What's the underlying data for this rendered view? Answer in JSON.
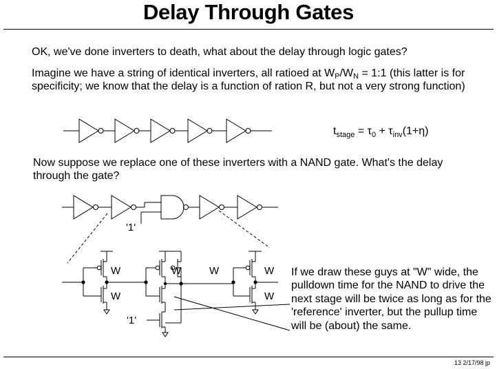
{
  "title": "Delay Through Gates",
  "para1": "OK, we've done inverters to death, what about the delay through logic gates?",
  "para2": {
    "pre": "Imagine we have a string of identical inverters, all ratioed at W",
    "sub_p": "P",
    "slash": "/W",
    "sub_n": "N",
    "post": " = 1:1 (this latter is for specificity; we know that the delay is a function of ration R, but not a very strong function)"
  },
  "equation": {
    "t": "t",
    "sub_stage": "stage",
    "mid": " = τ",
    "sub_0": "0",
    "plus": " + τ",
    "sub_inv": "inv",
    "tail": "(1+η)"
  },
  "para3": "Now suppose we replace one of these inverters with a NAND gate.  What's the delay through the gate?",
  "labels": {
    "one_top": "'1'",
    "one_bottom": "'1'",
    "w": "W"
  },
  "side_text": "If we draw these guys at \"W\" wide, the pulldown time for the NAND to drive the next stage will be twice as long as for the 'reference' inverter, but the pullup time will be (about) the same.",
  "footer": "13  2/17/98  jp"
}
